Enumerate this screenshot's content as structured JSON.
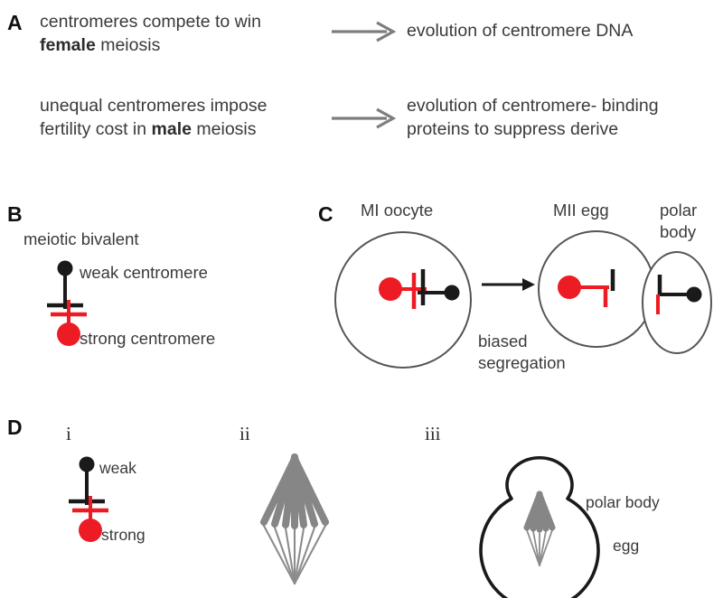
{
  "figure": {
    "title": "Centromere drive in female meiosis schematic",
    "colors": {
      "strong_centromere": "#ED1C24",
      "weak_centromere": "#1a1a1a",
      "text": "#3a3a3a",
      "arrow": "#7d7d7d",
      "cell_outline": "#555555",
      "spindle": "#808080",
      "background": "#ffffff"
    }
  },
  "panel_a": {
    "label": "A",
    "rows": [
      {
        "cause_line1": "centromeres compete to win",
        "cause_bold": "female",
        "cause_tail": " meiosis",
        "arrow": "right-arrow-icon",
        "effect": "evolution of centromere DNA"
      },
      {
        "cause_line1": "unequal centromeres impose",
        "cause_line2_head": "fertility cost in ",
        "cause_bold": "male",
        "cause_tail": " meiosis",
        "arrow": "right-arrow-icon",
        "effect": "evolution of centromere- binding\nproteins to suppress derive"
      }
    ]
  },
  "panel_b": {
    "label": "B",
    "title": "meiotic bivalent",
    "weak_label": "weak centromere",
    "strong_label": "strong centromere"
  },
  "panel_c": {
    "label": "C",
    "mi_oocyte_label": "MI oocyte",
    "mii_egg_label": "MII egg",
    "polar_body_label": "polar\nbody",
    "arrow": "right-arrow-icon",
    "arrow_caption": "biased\nsegregation"
  },
  "panel_d": {
    "label": "D",
    "steps": [
      {
        "numeral": "i",
        "weak_label": "weak",
        "strong_label": "strong"
      },
      {
        "numeral": "ii"
      },
      {
        "numeral": "iii",
        "polar_body_label": "polar body",
        "egg_label": "egg"
      }
    ]
  }
}
